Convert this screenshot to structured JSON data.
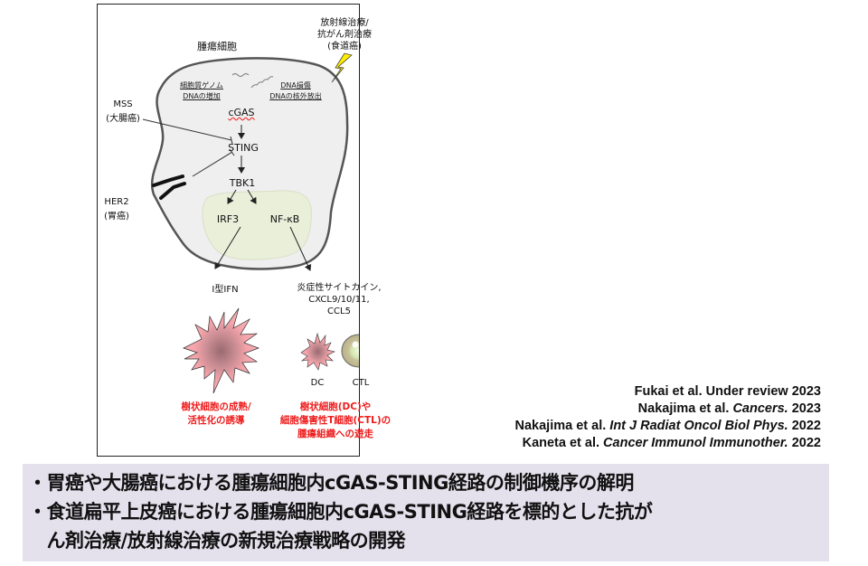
{
  "figure": {
    "cell_title": "腫瘍細胞",
    "therapy_label": [
      "放射線治療/",
      "抗がん剤治療",
      "(食道癌)"
    ],
    "cytoplasm_dna_label": [
      "細胞質ゲノム",
      "DNAの増加"
    ],
    "dna_damage_label": [
      "DNA損傷",
      "DNAの核外放出"
    ],
    "mss_label": [
      "MSS",
      "(大腸癌)"
    ],
    "her2_label": [
      "HER2",
      "(胃癌)"
    ],
    "pathway": {
      "cgas": "cGAS",
      "sting": "STING",
      "tbk1": "TBK1",
      "irf3": "IRF3",
      "nfkb": "NF-κB"
    },
    "ifn_label": "I型IFN",
    "cytokine_label": [
      "炎症性サイトカイン,",
      "CXCL9/10/11,",
      "CCL5"
    ],
    "dc_label": "DC",
    "ctl_label": "CTL",
    "outcome_left": [
      "樹状細胞の成熟/",
      "活性化の誘導"
    ],
    "outcome_right": [
      "樹状細胞(DC)や",
      "細胞傷害性T細胞(CTL)の",
      "腫瘍組織への遊走"
    ],
    "colors": {
      "cell_fill": "#efefef",
      "cell_stroke": "#555555",
      "nucleus_fill": "#e9efd9",
      "dc_fill": "#f3a3a8",
      "ctl_fill": "#cfc7a0",
      "bolt": "#ffee00",
      "outcome_text": "#ee1c1c"
    }
  },
  "references": [
    {
      "authors": "Fukai et al.",
      "journal": "",
      "tail": "Under review 2023"
    },
    {
      "authors": "Nakajima et al.",
      "journal": "Cancers.",
      "tail": "2023"
    },
    {
      "authors": "Nakajima et al.",
      "journal": "Int J Radiat Oncol Biol Phys.",
      "tail": "2022"
    },
    {
      "authors": "Kaneta et al.",
      "journal": "Cancer Immunol Immunother.",
      "tail": "2022"
    }
  ],
  "summary": {
    "background": "#e4e0ec",
    "lines": [
      "・胃癌や大腸癌における腫瘍細胞内cGAS-STING経路の制御機序の解明",
      "・食道扁平上皮癌における腫瘍細胞内cGAS-STING経路を標的とした抗が",
      "　ん剤治療/放射線治療の新規治療戦略の開発"
    ]
  }
}
